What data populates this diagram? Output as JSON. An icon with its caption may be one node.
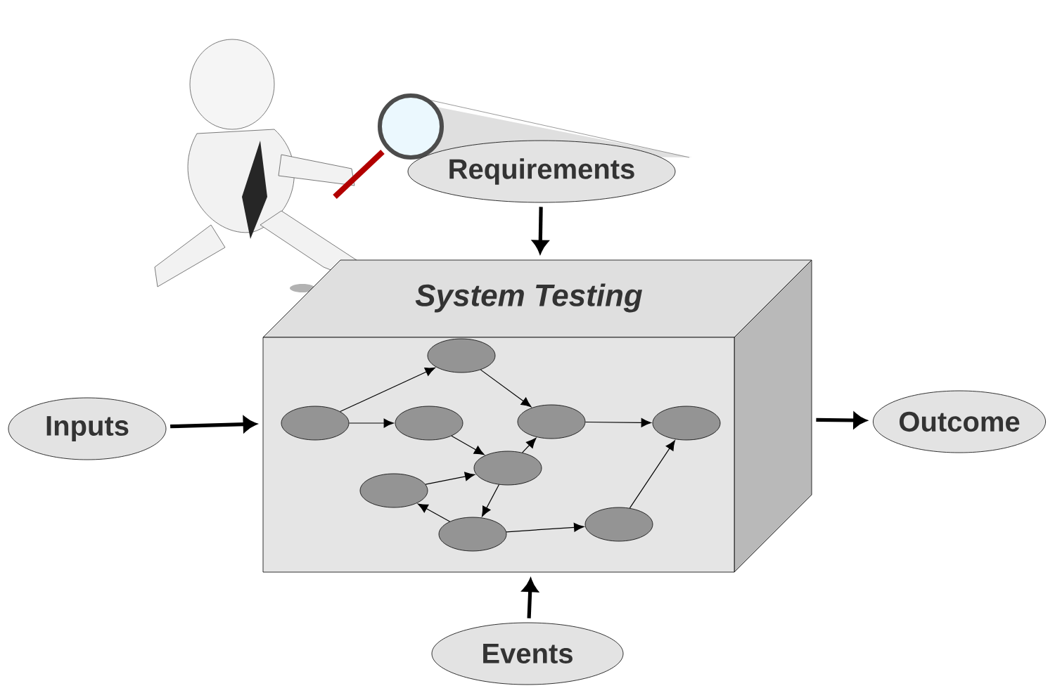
{
  "diagram": {
    "nodes": [
      {
        "text": [
          "Requirements"
        ]
      },
      {
        "text": [
          "System Testing"
        ]
      },
      {
        "text": [],
        "shape": "ellipse",
        "in": 1
      },
      {
        "text": [],
        "shape": "ellipse",
        "in": 1
      },
      {
        "text": [],
        "shape": "ellipse",
        "in": 1
      },
      {
        "text": [],
        "shape": "ellipse",
        "in": 1
      },
      {
        "text": [],
        "shape": "ellipse",
        "in": 1
      },
      {
        "text": [],
        "shape": "ellipse",
        "in": 1
      },
      {
        "text": [],
        "shape": "ellipse",
        "in": 1
      },
      {
        "text": [],
        "shape": "ellipse",
        "in": 1
      },
      {
        "text": [],
        "shape": "ellipse",
        "in": 1
      },
      {
        "text": [
          "Inputs"
        ]
      },
      {
        "text": [
          "Outcome"
        ]
      },
      {
        "text": [
          "Events"
        ]
      }
    ],
    "edges": [
      {
        "from": 0,
        "to": 1,
        "arrow": "to",
        "style": "thick"
      },
      {
        "from": 3,
        "to": 2,
        "arrow": "to"
      },
      {
        "from": 3,
        "to": 4,
        "arrow": "to"
      },
      {
        "from": 2,
        "to": 5,
        "arrow": "to"
      },
      {
        "from": 4,
        "to": 7,
        "arrow": "to"
      },
      {
        "from": 7,
        "to": 5,
        "arrow": "to"
      },
      {
        "from": 5,
        "to": 6,
        "arrow": "to"
      },
      {
        "from": 8,
        "to": 7,
        "arrow": "to"
      },
      {
        "from": 7,
        "to": 10,
        "arrow": "to"
      },
      {
        "from": 10,
        "to": 8,
        "arrow": "to"
      },
      {
        "from": 10,
        "to": 9,
        "arrow": "to"
      },
      {
        "from": 9,
        "to": 6,
        "arrow": "to"
      },
      {
        "from": 11,
        "to": 1,
        "arrow": "to",
        "style": "thick"
      },
      {
        "from": 1,
        "to": 12,
        "arrow": "to",
        "style": "thick"
      },
      {
        "from": 13,
        "to": 1,
        "arrow": "to",
        "style": "thick"
      }
    ]
  }
}
